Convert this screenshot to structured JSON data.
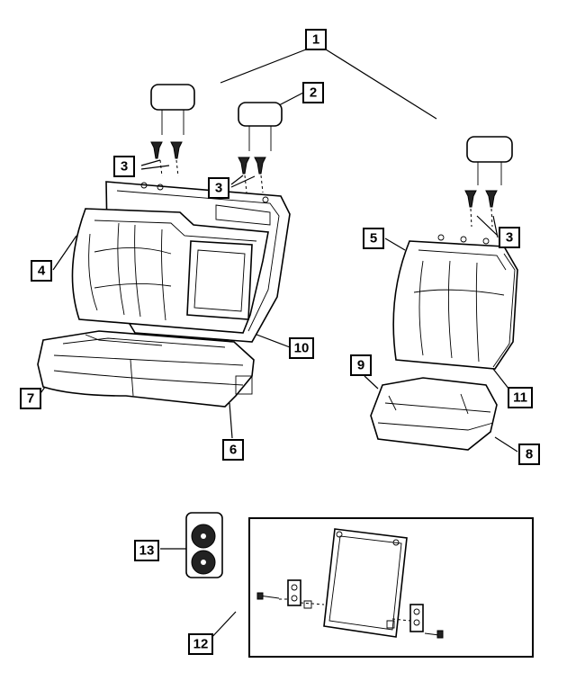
{
  "callouts": [
    {
      "label": "1"
    },
    {
      "label": "2"
    },
    {
      "label": "3"
    },
    {
      "label": "3"
    },
    {
      "label": "3"
    },
    {
      "label": "4"
    },
    {
      "label": "5"
    },
    {
      "label": "6"
    },
    {
      "label": "7"
    },
    {
      "label": "8"
    },
    {
      "label": "9"
    },
    {
      "label": "10"
    },
    {
      "label": "11"
    },
    {
      "label": "12"
    },
    {
      "label": "13"
    }
  ],
  "colors": {
    "line": "#000000",
    "background": "#ffffff"
  }
}
